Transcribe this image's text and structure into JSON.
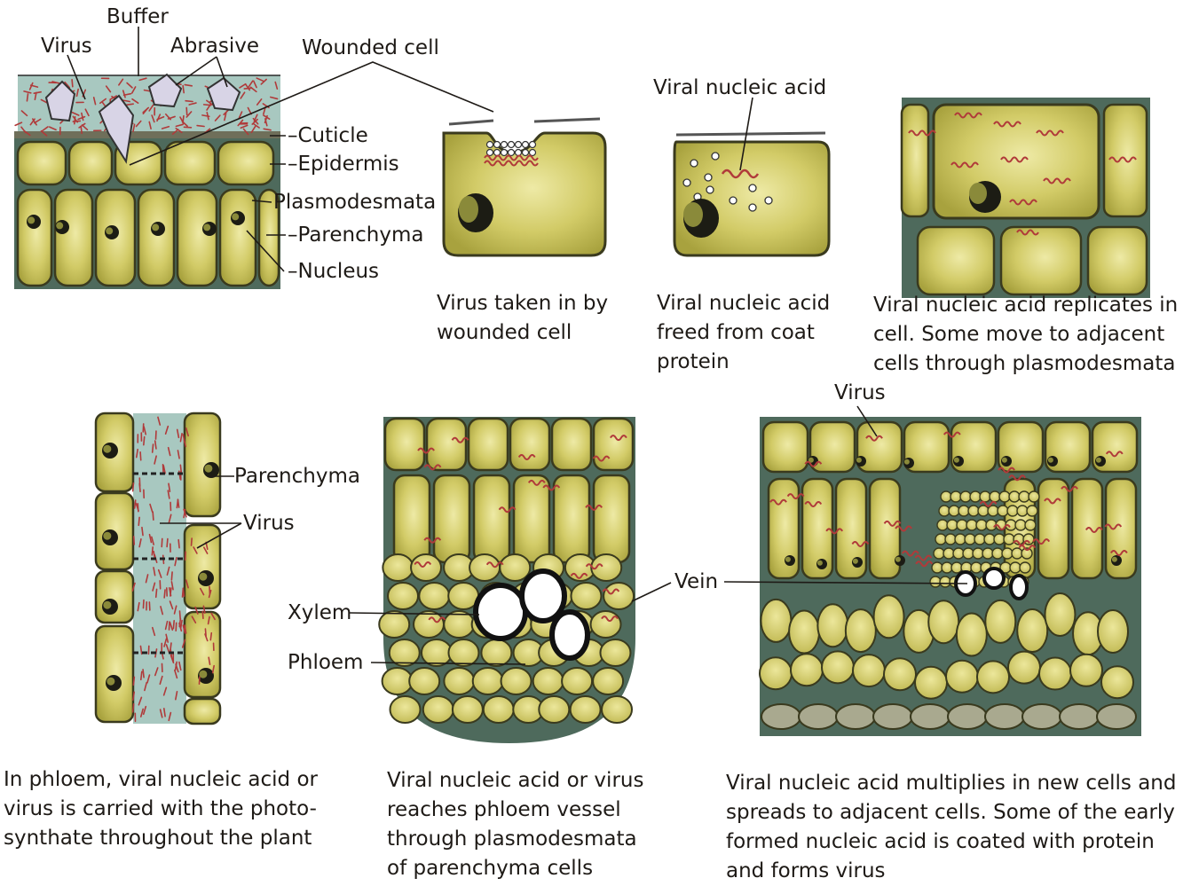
{
  "labels": {
    "buffer": "Buffer",
    "virus_top": "Virus",
    "abrasive": "Abrasive",
    "wounded_cell": "Wounded cell",
    "cuticle": "Cuticle",
    "epidermis": "Epidermis",
    "plasmodesmata": "Plasmodesmata",
    "parenchyma_top": "Parenchyma",
    "nucleus": "Nucleus",
    "viral_nucleic_acid": "Viral nucleic acid",
    "parenchyma_bottom": "Parenchyma",
    "virus_phloem": "Virus",
    "xylem": "Xylem",
    "phloem": "Phloem",
    "vein": "Vein",
    "virus_leaf": "Virus"
  },
  "captions": {
    "taken_in": "Virus taken in by\nwounded cell",
    "freed": "Viral nucleic acid\nfreed from coat\nprotein",
    "replicates": "Viral nucleic acid replicates in\ncell.  Some move to adjacent\ncells through plasmodesmata",
    "phloem_carried": "In phloem, viral nucleic acid or\nvirus is carried with the photo-\nsynthate throughout the plant",
    "reaches_phloem": "Viral nucleic acid or virus\nreaches phloem vessel\nthrough plasmodesmata\nof parenchyma cells",
    "multiplies": "Viral nucleic acid multiplies in new cells and\nspreads to adjacent cells. Some of the early\nformed nucleic acid is coated with protein\nand forms virus"
  },
  "colors": {
    "cell_fill": "#c9c25a",
    "cell_light": "#eae7a0",
    "cell_stroke": "#3a3a1e",
    "interstitial": "#4e6a5c",
    "buffer": "#a8c8c0",
    "virus": "#b03a3a",
    "nucleus": "#1c1c14",
    "lower_epidermis": "#a9a98f"
  }
}
